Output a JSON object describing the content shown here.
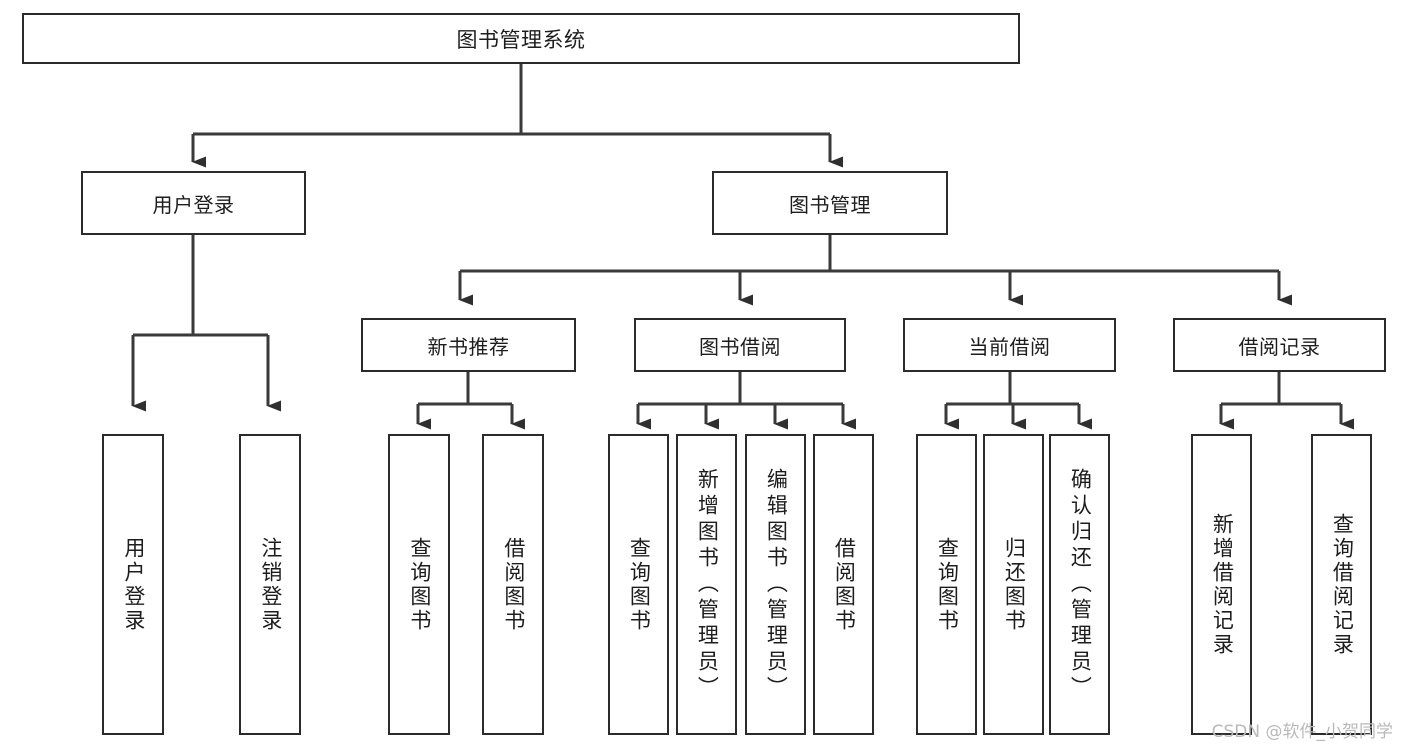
{
  "diagram": {
    "type": "tree",
    "title": "图书管理系统",
    "watermark": "CSDN @软件_小贺同学",
    "colors": {
      "box_border": "#2b2b2b",
      "box_fill": "#ffffff",
      "connector": "#3a3a3a",
      "text": "#1d1d1d",
      "watermark": "#b9b9b9",
      "background": "#ffffff"
    },
    "nodes": {
      "root": {
        "label": "图书管理系统"
      },
      "level2": [
        {
          "id": "user-login",
          "label": "用户登录"
        },
        {
          "id": "book-manage",
          "label": "图书管理"
        }
      ],
      "level3": [
        {
          "id": "new-book-recommend",
          "label": "新书推荐"
        },
        {
          "id": "book-borrow",
          "label": "图书借阅"
        },
        {
          "id": "current-borrow",
          "label": "当前借阅"
        },
        {
          "id": "borrow-record",
          "label": "借阅记录"
        }
      ],
      "leaves": {
        "user-login": [
          {
            "id": "leaf-user-login",
            "label": "用户登录"
          },
          {
            "id": "leaf-logout",
            "label": "注销登录"
          }
        ],
        "new-book-recommend": [
          {
            "id": "leaf-query-book-1",
            "label": "查询图书"
          },
          {
            "id": "leaf-borrow-book-1",
            "label": "借阅图书"
          }
        ],
        "book-borrow": [
          {
            "id": "leaf-query-book-2",
            "label": "查询图书"
          },
          {
            "id": "leaf-add-book",
            "label": "新增图书（管理员）"
          },
          {
            "id": "leaf-edit-book",
            "label": "编辑图书（管理员）"
          },
          {
            "id": "leaf-borrow-book-2",
            "label": "借阅图书"
          }
        ],
        "current-borrow": [
          {
            "id": "leaf-query-book-3",
            "label": "查询图书"
          },
          {
            "id": "leaf-return-book",
            "label": "归还图书"
          },
          {
            "id": "leaf-confirm-return",
            "label": "确认归还（管理员）"
          }
        ],
        "borrow-record": [
          {
            "id": "leaf-add-record",
            "label": "新增借阅记录"
          },
          {
            "id": "leaf-query-record",
            "label": "查询借阅记录"
          }
        ]
      }
    }
  }
}
